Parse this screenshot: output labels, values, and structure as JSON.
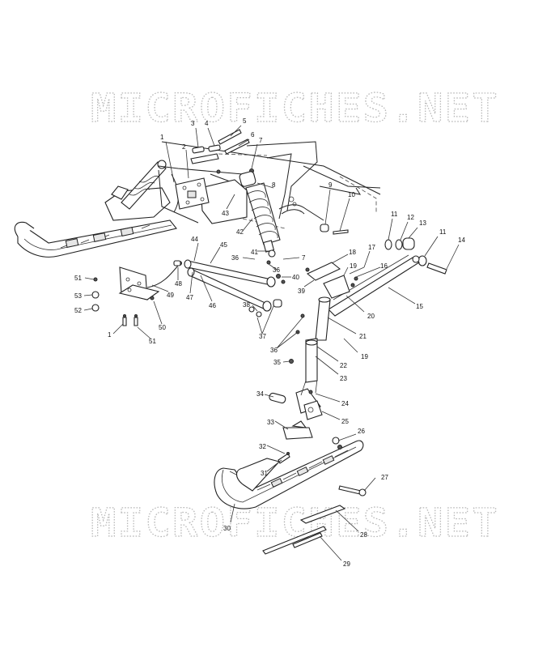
{
  "watermark": "MICROFICHES.NET",
  "callouts": [
    "1",
    "2",
    "3",
    "4",
    "5",
    "6",
    "7",
    "8",
    "9",
    "10",
    "11",
    "12",
    "13",
    "11",
    "14",
    "17",
    "16",
    "15",
    "18",
    "19",
    "20",
    "21",
    "19",
    "22",
    "23",
    "24",
    "25",
    "26",
    "27",
    "28",
    "29",
    "30",
    "31",
    "32",
    "33",
    "34",
    "35",
    "36",
    "37",
    "38",
    "39",
    "40",
    "7",
    "36",
    "41",
    "42",
    "43",
    "44",
    "45",
    "46",
    "47",
    "48",
    "49",
    "50",
    "51",
    "52",
    "53",
    "51",
    "1",
    "36"
  ]
}
